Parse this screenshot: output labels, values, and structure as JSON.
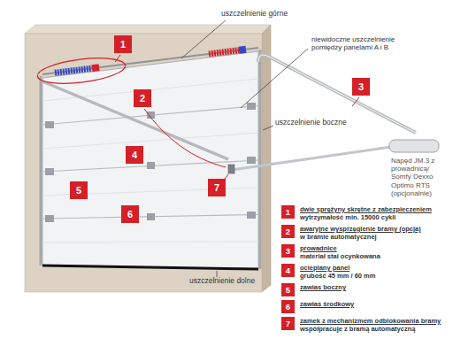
{
  "diagram": {
    "nodes": [
      {
        "text": [
          "1"
        ]
      },
      {
        "text": [
          "2"
        ]
      },
      {
        "text": [
          "3"
        ]
      },
      {
        "text": [
          "4"
        ]
      },
      {
        "text": [
          "5"
        ]
      },
      {
        "text": [
          "6"
        ]
      },
      {
        "text": [
          "7"
        ]
      },
      {
        "text": [
          "1",
          "dwie sprężyny skrętne z zabezpieczeniem",
          "wytrzymałość min. 15000 cykli"
        ]
      },
      {
        "text": [
          "2",
          "awaryjne wysprzęglenie bramy (opcja)",
          "w bramie automatycznej"
        ]
      },
      {
        "text": [
          "3",
          "prowadnice",
          "materiał stal ocynkowana"
        ]
      },
      {
        "text": [
          "4",
          "ocieplany panel",
          "grubość 45 mm / 60 mm"
        ]
      },
      {
        "text": [
          "5",
          "zawias boczny"
        ]
      },
      {
        "text": [
          "6",
          "zawias środkowy"
        ]
      },
      {
        "text": [
          "7",
          "zamek z mechanizmem odblokowania bramy",
          "współpracuje z bramą automatyczną"
        ]
      }
    ],
    "labels": [
      "uszczelnienie górne",
      "niewidoczne uszczelnienie pomiędzy panelami A i B",
      "uszczelnienie boczne",
      "Napęd JM.3 z prowadnicą/ Somfy Dexxo Optimo RTS (opcjonalnie)",
      "uszczelnienie dolne"
    ]
  }
}
